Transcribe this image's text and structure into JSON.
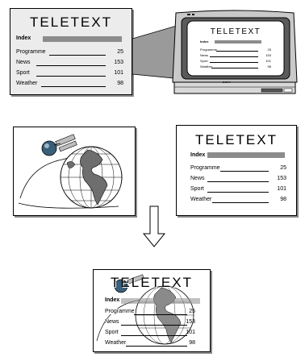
{
  "teletext": {
    "title": "TELETEXT",
    "index_label": "Index",
    "rows": [
      {
        "label": "Programme",
        "page": "25"
      },
      {
        "label": "News",
        "page": "153"
      },
      {
        "label": "Sport",
        "page": "101"
      },
      {
        "label": "Weather",
        "page": "98"
      }
    ]
  },
  "tv": {
    "brand": "SONY"
  },
  "colors": {
    "index_bar": "#8c8c8c",
    "tv_body": "#c9c9c9",
    "beam": "#9a9a9a",
    "globe": "#6e6e6e",
    "satellite": "#3a5f7a"
  }
}
